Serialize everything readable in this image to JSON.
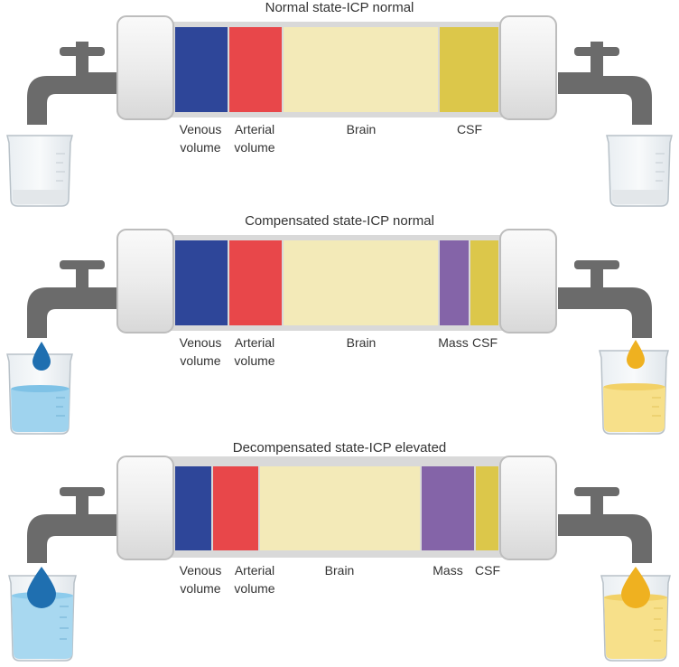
{
  "panels": [
    {
      "title": "Normal state-ICP normal",
      "labels": {
        "venous": "Venous volume",
        "venous_l1": "Venous",
        "venous_l2": "volume",
        "arterial_l1": "Arterial",
        "arterial_l2": "volume",
        "brain": "Brain",
        "csf": "CSF"
      }
    },
    {
      "title": "Compensated state-ICP normal",
      "labels": {
        "venous_l1": "Venous",
        "venous_l2": "volume",
        "arterial_l1": "Arterial",
        "arterial_l2": "volume",
        "brain": "Brain",
        "mass": "Mass",
        "csf": "CSF"
      }
    },
    {
      "title": "Decompensated state-ICP elevated",
      "labels": {
        "venous_l1": "Venous",
        "venous_l2": "volume",
        "arterial_l1": "Arterial",
        "arterial_l2": "volume",
        "brain": "Brain",
        "mass": "Mass",
        "csf": "CSF"
      }
    }
  ],
  "colors": {
    "venous": "#2e4699",
    "arterial": "#e8474a",
    "brain": "#f3eab8",
    "mass": "#8464a8",
    "csf": "#dcc74a",
    "pipe": "#dcdcdc",
    "faucet": "#6b6b6b",
    "blue_fluid": "#9fd3ee",
    "blue_drop": "#1f6fb0",
    "yellow_fluid": "#f7e08a",
    "yellow_drop": "#efb120"
  }
}
